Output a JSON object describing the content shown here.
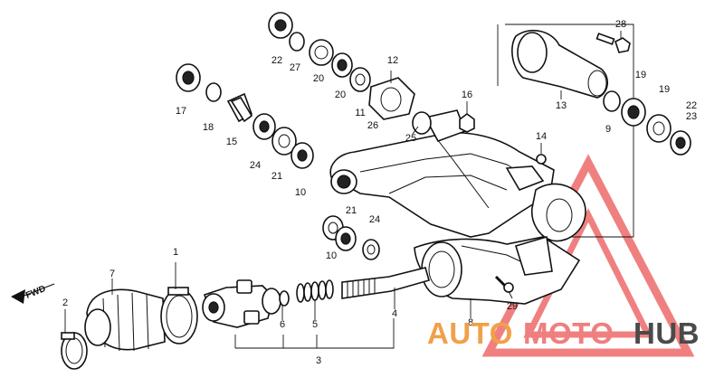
{
  "labels": {
    "n1": "1",
    "n2": "2",
    "n3": "3",
    "n4": "4",
    "n5": "5",
    "n6": "6",
    "n7": "7",
    "n8": "8",
    "n9": "9",
    "n10a": "10",
    "n10b": "10",
    "n11": "11",
    "n12": "12",
    "n13": "13",
    "n14": "14",
    "n15": "15",
    "n16": "16",
    "n17": "17",
    "n18": "18",
    "n19a": "19",
    "n19b": "19",
    "n20a": "20",
    "n20b": "20",
    "n21a": "21",
    "n21b": "21",
    "n22a": "22",
    "n22b": "22",
    "n23": "23",
    "n24a": "24",
    "n24b": "24",
    "n25": "25",
    "n26": "26",
    "n27": "27",
    "n28": "28",
    "n29": "29"
  },
  "direction_label": "FWD",
  "watermark": {
    "part1": "AUTO",
    "part2": "MOTO",
    "part3": "HUB",
    "color_orange": "#f0a04a",
    "color_pink": "#ef7f7f",
    "color_grey": "#4a4a4a",
    "triangle_color": "#ee6b6b"
  }
}
